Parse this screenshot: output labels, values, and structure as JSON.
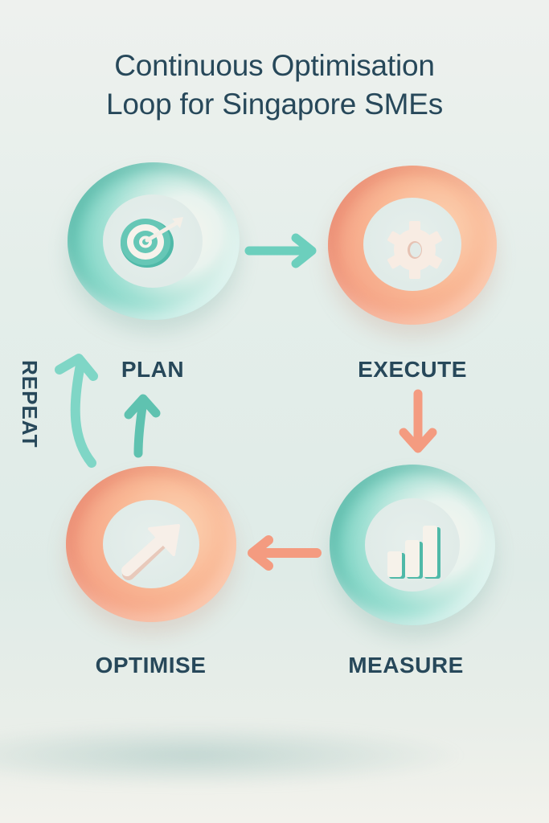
{
  "title": {
    "line1": "Continuous Optimisation",
    "line2": "Loop for Singapore SMEs"
  },
  "side_label": "REPEAT",
  "colors": {
    "text": "#27485a",
    "teal": "#6ccfbd",
    "peach": "#f5a285",
    "icon_fill": "#f7f1ea"
  },
  "steps": [
    {
      "label": "PLAN",
      "icon": "target-icon",
      "color": "teal"
    },
    {
      "label": "EXECUTE",
      "icon": "gear-icon",
      "color": "peach"
    },
    {
      "label": "MEASURE",
      "icon": "bar-chart-icon",
      "color": "teal"
    },
    {
      "label": "OPTIMISE",
      "icon": "trend-up-arrow-icon",
      "color": "peach"
    }
  ],
  "connectors": [
    {
      "from": "PLAN",
      "to": "EXECUTE",
      "direction": "right",
      "color": "teal"
    },
    {
      "from": "EXECUTE",
      "to": "MEASURE",
      "direction": "down",
      "color": "peach"
    },
    {
      "from": "MEASURE",
      "to": "OPTIMISE",
      "direction": "left",
      "color": "peach"
    },
    {
      "from": "OPTIMISE",
      "to": "PLAN",
      "direction": "up",
      "color": "teal"
    },
    {
      "from": "OPTIMISE",
      "to": "PLAN",
      "direction": "curved-up",
      "color": "teal",
      "label": "REPEAT"
    }
  ]
}
